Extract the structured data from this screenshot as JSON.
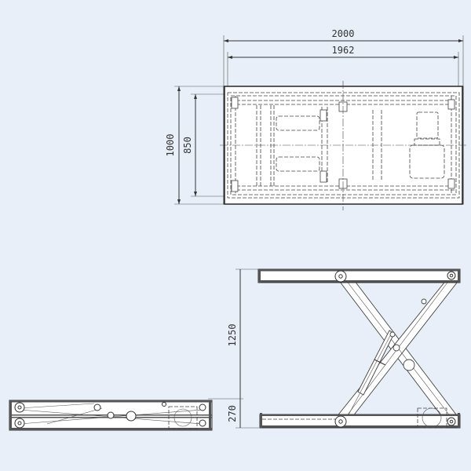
{
  "drawing": {
    "title": "",
    "dimensions": {
      "overall_length": "2000",
      "inner_length": "1962",
      "overall_width": "1000",
      "inner_width": "850",
      "max_height": "1250",
      "min_height": "270"
    },
    "views": [
      "top-view",
      "side-view-raised",
      "side-view-lowered"
    ],
    "colors": {
      "background": "#e9eff9",
      "line": "#333333",
      "fill": "#ffffff"
    }
  }
}
